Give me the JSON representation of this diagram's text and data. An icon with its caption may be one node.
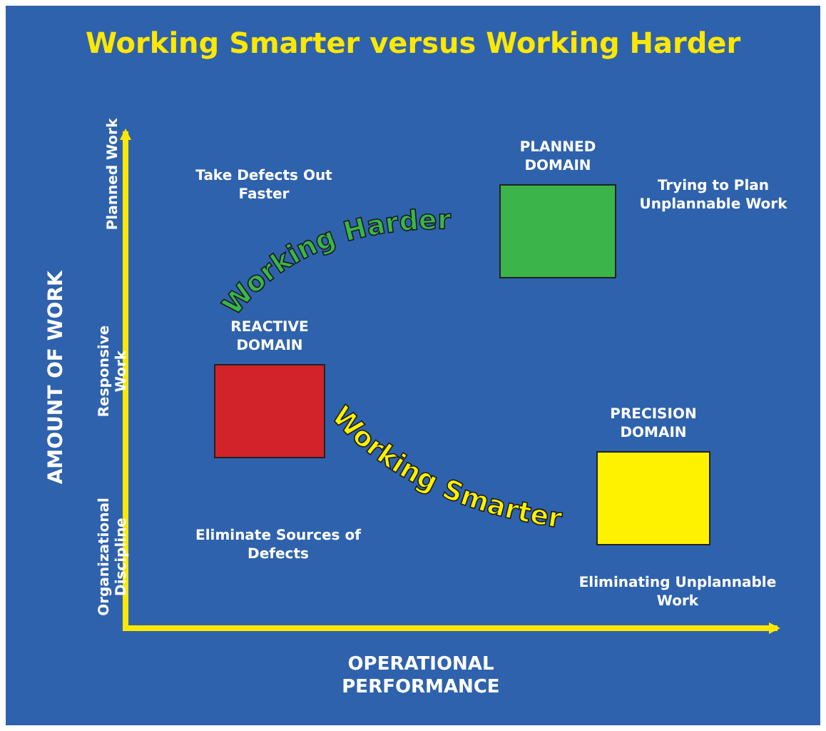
{
  "diagram": {
    "title": "Working Smarter versus Working Harder",
    "nodes": [
      {
        "text": [
          "PLANNED DOMAIN"
        ]
      },
      {
        "text": [
          "REACTIVE DOMAIN"
        ]
      },
      {
        "text": [
          "PRECISION DOMAIN"
        ]
      }
    ],
    "edges": [],
    "labels": [
      "AMOUNT OF WORK",
      "Planned Work",
      "Responsive Work",
      "Organizational Discipline",
      "OPERATIONAL PERFORMANCE",
      "Take Defects Out Faster",
      "Trying to Plan Unplannable Work",
      "Working Harder",
      "Working Smarter",
      "Eliminate Sources of Defects",
      "Eliminating Unplannable Work"
    ]
  }
}
